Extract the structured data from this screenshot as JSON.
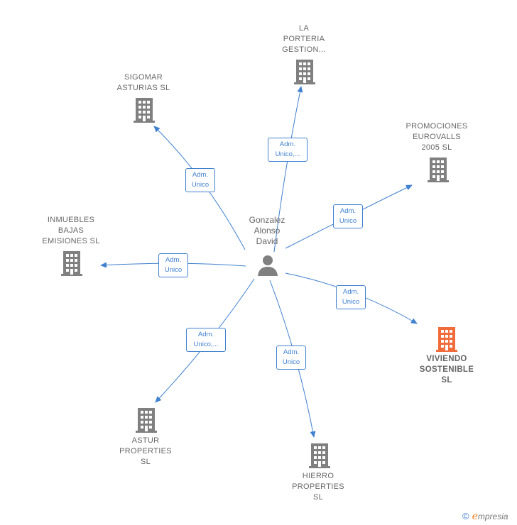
{
  "center": {
    "name_lines": [
      "Gonzalez",
      "Alonso",
      "David"
    ],
    "icon": "person-icon"
  },
  "companies": [
    {
      "id": "la-porteria",
      "name_lines": [
        "LA",
        "PORTERIA",
        "GESTION..."
      ],
      "icon": "building-icon",
      "color": "#808080",
      "highlight": false
    },
    {
      "id": "sigomar",
      "name_lines": [
        "SIGOMAR",
        "ASTURIAS  SL"
      ],
      "icon": "building-icon",
      "color": "#808080",
      "highlight": false
    },
    {
      "id": "promociones",
      "name_lines": [
        "PROMOCIONES",
        "EUROVALLS",
        "2005  SL"
      ],
      "icon": "building-icon",
      "color": "#808080",
      "highlight": false
    },
    {
      "id": "inmuebles",
      "name_lines": [
        "INMUEBLES",
        "BAJAS",
        "EMISIONES  SL"
      ],
      "icon": "building-icon",
      "color": "#808080",
      "highlight": false
    },
    {
      "id": "viviendo",
      "name_lines": [
        "VIVIENDO",
        "SOSTENIBLE",
        "SL"
      ],
      "icon": "building-icon",
      "color": "#f26b3a",
      "highlight": true
    },
    {
      "id": "astur",
      "name_lines": [
        "ASTUR",
        "PROPERTIES",
        "SL"
      ],
      "icon": "building-icon",
      "color": "#808080",
      "highlight": false
    },
    {
      "id": "hierro",
      "name_lines": [
        "HIERRO",
        "PROPERTIES",
        "SL"
      ],
      "icon": "building-icon",
      "color": "#808080",
      "highlight": false
    }
  ],
  "relations": [
    {
      "target": "la-porteria",
      "lines": [
        "Adm.",
        "Unico,..."
      ]
    },
    {
      "target": "sigomar",
      "lines": [
        "Adm.",
        "Unico"
      ]
    },
    {
      "target": "promociones",
      "lines": [
        "Adm.",
        "Unico"
      ]
    },
    {
      "target": "inmuebles",
      "lines": [
        "Adm.",
        "Unico"
      ]
    },
    {
      "target": "viviendo",
      "lines": [
        "Adm.",
        "Unico"
      ]
    },
    {
      "target": "astur",
      "lines": [
        "Adm.",
        "Unico,..."
      ]
    },
    {
      "target": "hierro",
      "lines": [
        "Adm.",
        "Unico"
      ]
    }
  ],
  "colors": {
    "edge": "#3f80cf",
    "text": "#666666",
    "building": "#808080",
    "highlight": "#f26b3a"
  },
  "footer": {
    "copyright": "©",
    "brand_initial": "e",
    "brand_rest": "mpresia"
  }
}
